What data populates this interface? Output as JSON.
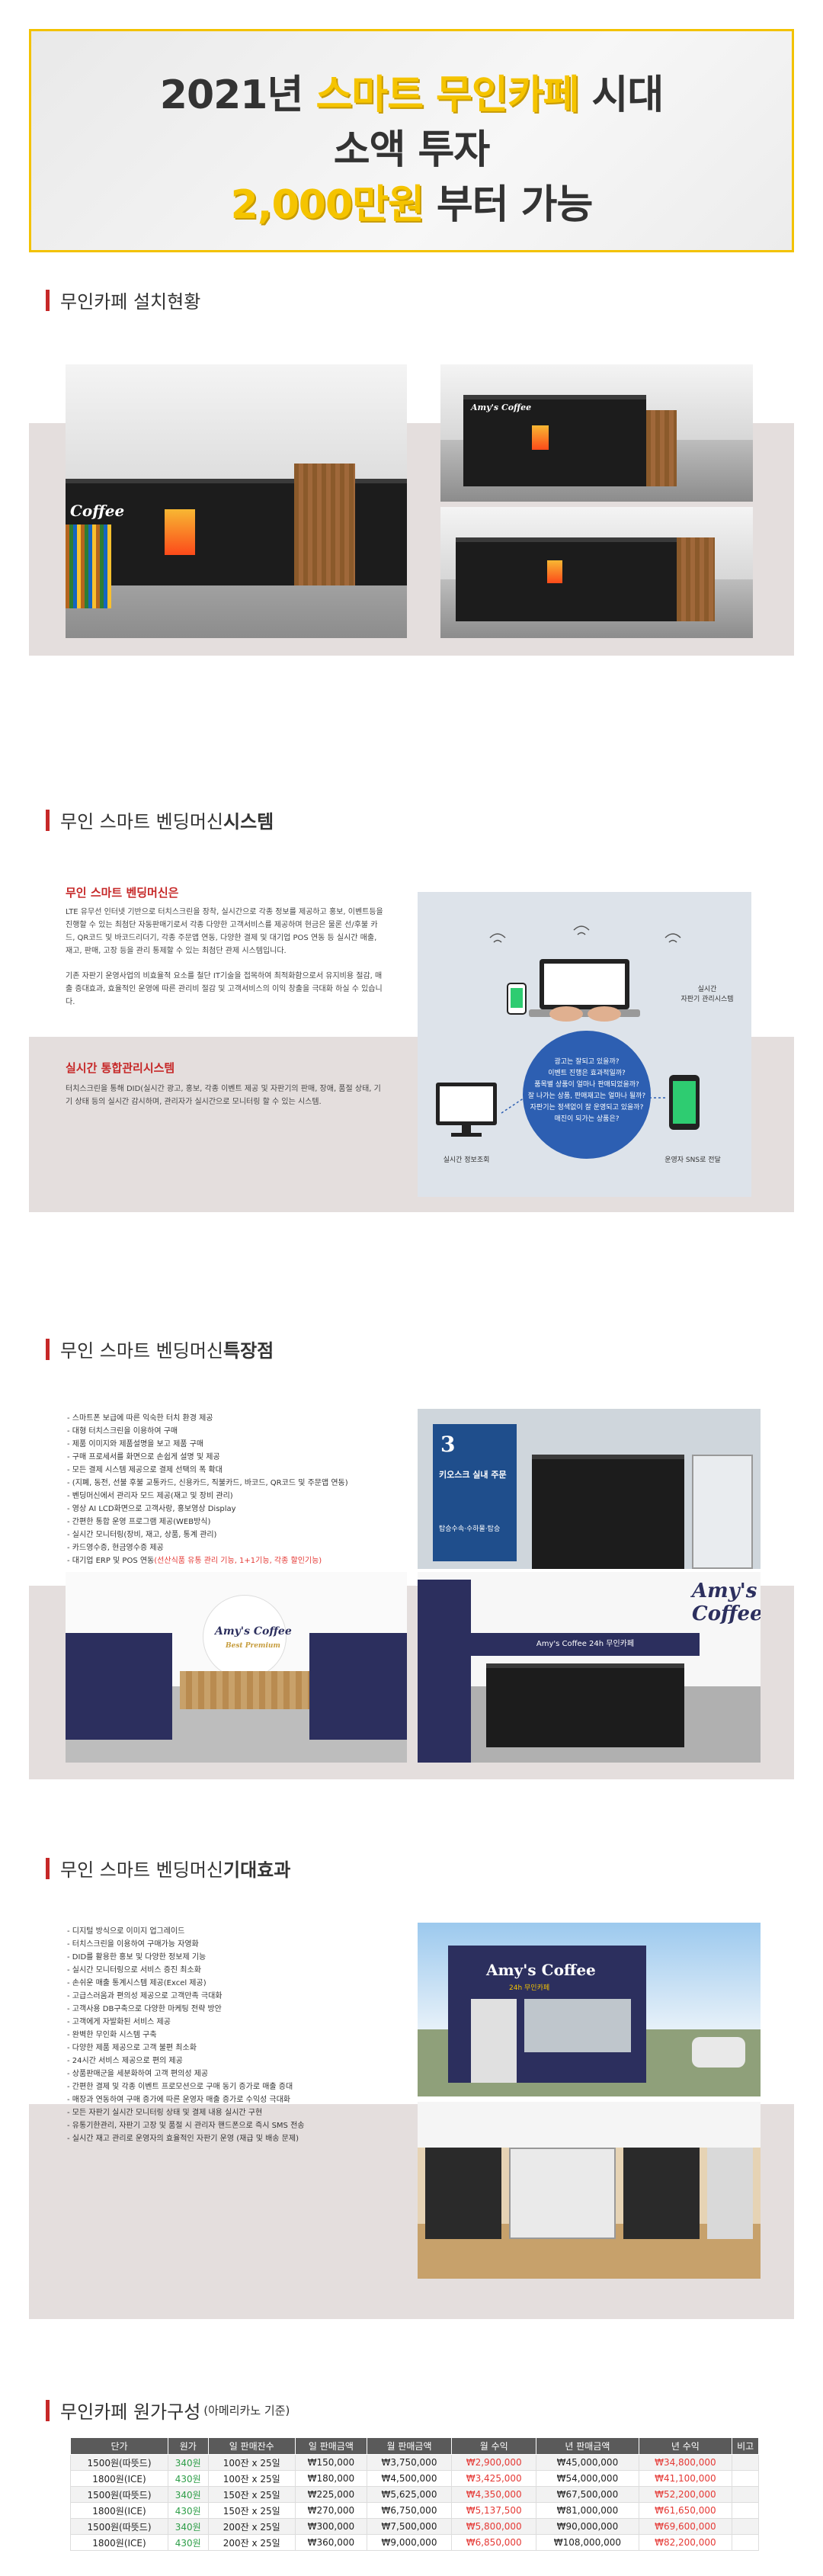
{
  "hero": {
    "line1_pre": "2021년 ",
    "line1_hl": "스마트 무인카페",
    "line1_post": " 시대",
    "line2": "소액 투자",
    "line3_hl": "2,000만원",
    "line3_post": " 부터 가능"
  },
  "sections": {
    "install": {
      "title": "무인카페 설치현황"
    },
    "system": {
      "title_light": "무인 스마트 벤딩머신 ",
      "title_bold": "시스템"
    },
    "features": {
      "title_light": "무인 스마트 벤딩머신 ",
      "title_bold": "특장점"
    },
    "effects": {
      "title_light": "무인 스마트 벤딩머신 ",
      "title_bold": "기대효과"
    },
    "pricing": {
      "title": "무인카페 원가구성",
      "subtitle": "(아메리카노 기준)"
    }
  },
  "photos": {
    "coffee_sign": "Coffee",
    "amys_coffee": "Amy's Coffee",
    "amys_sub": "Best Premium",
    "amys_store": "Amy's Coffee",
    "amys_store_sub": "24h 무인카페"
  },
  "system": {
    "h1": "무인 스마트 벤딩머신은",
    "p1": "LTE 유무선 인터넷 기반으로 터치스크린을 장착, 실시간으로 각종 정보를 제공하고 홍보, 이벤트등을 진행할 수 있는 최첨단 자동판매기로서 각종 다양한 고객서비스를 제공하며 현금은 물론 선/후불 카드, QR코드 및 바코드리더기, 각종 주문앱 연동, 다양한 결제 및 대기업 POS 연동 등 실시간 매출, 재고, 판매, 고장 등을 관리 통제할 수 있는 최첨단 관제 시스템입니다.",
    "p2": "기존 자판기 운영사업의 비효율적 요소를 철단 IT기술을 접목하여 최적화함으로서 유지비용 절감, 매출 증대효과, 효율적인 운영에 따른 관리비 절감 및 고객서비스의 이익 창출을 극대화 하실 수 있습니다.",
    "h2": "실시간 통합관리시스템",
    "p3": "터치스크린을 통해 DID(실시간 광고, 홍보, 각종 이벤트 제공 및 자판기의 판매, 장애, 품절 상태, 기기 상태 등의 실시간 감시하며, 관리자가 실시간으로 모니터링 할 수 있는 시스템."
  },
  "diagram": {
    "circle_lines": [
      "광고는 잘되고 있을까?",
      "이벤트 진행은 효과적일까?",
      "품목별 상품이 얼마나 판매되었을까?",
      "잘 나가는 상품, 판매재고는 얼마나 될까?",
      "자판기는 정색없이 잘 운영되고 있을까?",
      "매진이 되가는 상품은?"
    ],
    "label_top": "실시간\n자판기 관리시스템",
    "label_left": "실시간 정보조회",
    "label_right": "운영자 SNS로 전달"
  },
  "features": {
    "items": [
      "스마트폰 보급에 따른 익숙한 터치 환경 제공",
      "대형 터치스크린을 이용하여 구매",
      "제품 이미지와 제품설명을 보고 제품 구매",
      "구매 프로세서를 화면으로 손쉽게 설명 및 제공",
      "모든 결제 시스템 제공으로 결제 선택의 폭 확대",
      "(지폐, 동전, 선불 후불 교통카드, 신용카드, 직불카드, 바코드, QR코드 및 주문앱 연동)",
      "벤딩머신에서 관리자 모드 제공(재고 및 장비 관리)",
      "영상 AI LCD화면으로 고객사랑, 홍보영상 Display",
      "간편한 통합 운영 프로그램 제공(WEB방식)",
      "실시간 모니터링(장비, 재고, 상품, 통계 관리)",
      "카드영수증, 현금영수증 제공"
    ],
    "last_pre": "대기업 ERP 및 POS 연동",
    "last_red": "(선산식품 유통 관리 기능, 1+1기능, 각종 할인기능)",
    "photo_sign1": "3",
    "photo_sign2": "키오스크 실내 주문",
    "photo_sign3": "탑승수속·수하물·탑승",
    "photo_banner": "Amy's Coffee 24h 무인카페"
  },
  "effects": {
    "items": [
      "디지털 방식으로 이미지 업그레이드",
      "터치스크린을 이용하여 구매가능 자영화",
      "DID를 활용한 홍보 및 다양한 정보제 기능",
      "실시간 모니터링으로 서비스 증진 최소화",
      "손쉬운 매출 통계시스템 제공(Excel 제공)",
      "고급스러움과 편의성 제공으로 고객만족 극대화",
      "고객사용 DB구축으로 다양한 마케팅 전략 방안",
      "고객에게 자발화된 서비스 제공",
      "완벽한 무인화 시스템 구축",
      "다양한 제품 제공으로 고객 불편 최소화",
      "24시간 서비스 제공으로 편의 제공",
      "상품판매군을 세분화하여 고객 편의성 제공",
      "간편한 결제 및 각종 이벤트 프로모션으로 구매 동기 증가로 매출 증대",
      "매장과 연동하여 구매 증가에 따른 운영자 매출 증가로 수익성 극대화",
      "모든 자판기 실시간 모니터링 상태 및 결제 내용 실시간 구현",
      "유통기한관리, 자판기 고장 및 품절 시 관리자 핸드폰으로 즉시 SMS 전송",
      "실시간 재고 관리로 운영자의 효율적인 자판기 운영 (재급 및 배송 문제)"
    ]
  },
  "pricing": {
    "headers": [
      "단가",
      "원가",
      "일 판매잔수",
      "일 판매금액",
      "월 판매금액",
      "월 수익",
      "년 판매금액",
      "년 수익",
      "비고"
    ],
    "rows": [
      [
        "1500원(따뜻드)",
        "340원",
        "100잔 x 25일",
        "₩150,000",
        "₩3,750,000",
        "₩2,900,000",
        "₩45,000,000",
        "₩34,800,000",
        ""
      ],
      [
        "1800원(ICE)",
        "430원",
        "100잔 x 25일",
        "₩180,000",
        "₩4,500,000",
        "₩3,425,000",
        "₩54,000,000",
        "₩41,100,000",
        ""
      ],
      [
        "1500원(따뜻드)",
        "340원",
        "150잔 x 25일",
        "₩225,000",
        "₩5,625,000",
        "₩4,350,000",
        "₩67,500,000",
        "₩52,200,000",
        ""
      ],
      [
        "1800원(ICE)",
        "430원",
        "150잔 x 25일",
        "₩270,000",
        "₩6,750,000",
        "₩5,137,500",
        "₩81,000,000",
        "₩61,650,000",
        ""
      ],
      [
        "1500원(따뜻드)",
        "340원",
        "200잔 x 25일",
        "₩300,000",
        "₩7,500,000",
        "₩5,800,000",
        "₩90,000,000",
        "₩69,600,000",
        ""
      ],
      [
        "1800원(ICE)",
        "430원",
        "200잔 x 25일",
        "₩360,000",
        "₩9,000,000",
        "₩6,850,000",
        "₩108,000,000",
        "₩82,200,000",
        ""
      ]
    ]
  },
  "colors": {
    "accent_red": "#c62828",
    "hero_yellow": "#f5c400",
    "circle_blue": "#2d5fb2"
  }
}
